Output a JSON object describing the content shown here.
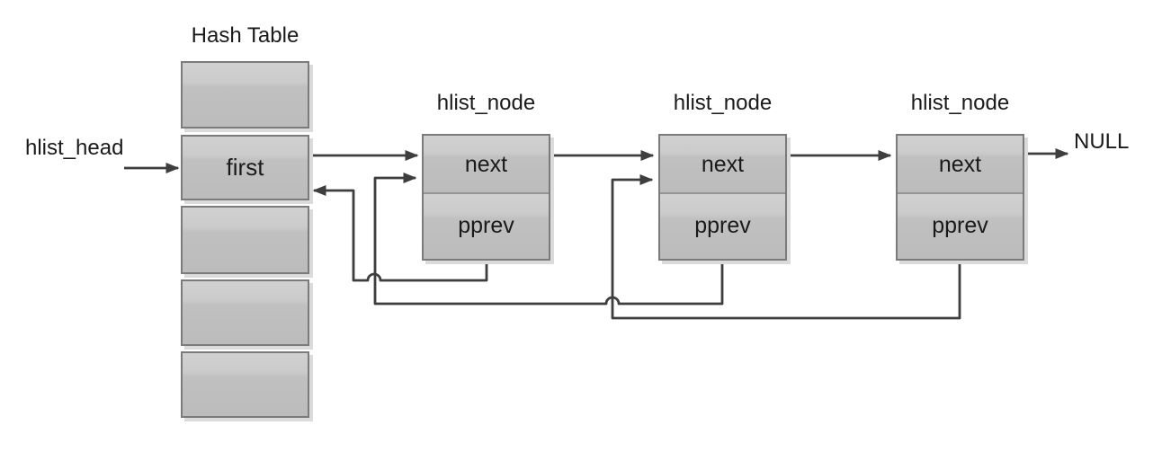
{
  "hash_table": {
    "title": "Hash Table",
    "buckets": [
      {
        "label": ""
      },
      {
        "label": "first"
      },
      {
        "label": ""
      },
      {
        "label": ""
      },
      {
        "label": ""
      }
    ]
  },
  "head": {
    "label": "hlist_head"
  },
  "nodes": [
    {
      "title": "hlist_node",
      "fields": [
        {
          "label": "next"
        },
        {
          "label": "pprev"
        }
      ]
    },
    {
      "title": "hlist_node",
      "fields": [
        {
          "label": "next"
        },
        {
          "label": "pprev"
        }
      ]
    },
    {
      "title": "hlist_node",
      "fields": [
        {
          "label": "next"
        },
        {
          "label": "pprev"
        }
      ]
    }
  ],
  "terminator": {
    "label": "NULL"
  },
  "colors": {
    "line": "#3e3e3e",
    "box_border": "#7b7b7b",
    "separator": "#949494",
    "fill_top": "#d1d1d1",
    "fill_mid_light": "#cbcbcb",
    "fill_mid_dark": "#c0c0c0",
    "fill_bottom": "#bcbcbc",
    "shadow": "#dbdbdb",
    "text": "#1a1a1a",
    "background": "#ffffff"
  }
}
